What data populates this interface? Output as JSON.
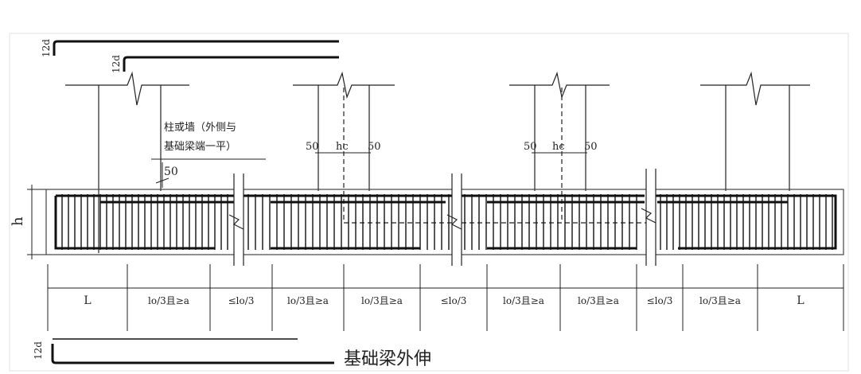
{
  "labels": {
    "column_note_line1": "柱或墙（外侧与",
    "column_note_line2": "基础梁端一平）",
    "offset_50": "50",
    "hook_12d": "12d",
    "hook_12d_2": "12d",
    "hook_12d_3": "12d",
    "height_h": "h",
    "caption": "基础梁外伸",
    "col2_left50": "50",
    "col2_hc": "hc",
    "col2_right50": "50",
    "col3_left50": "50",
    "col3_hc": "hc",
    "col3_right50": "50"
  },
  "dimensions": [
    "L",
    "lo/3且≥a",
    "≤lo/3",
    "lo/3且≥a",
    "lo/3且≥a",
    "≤lo/3",
    "lo/3且≥a",
    "lo/3且≥a",
    "≤lo/3",
    "lo/3且≥a",
    "L"
  ]
}
